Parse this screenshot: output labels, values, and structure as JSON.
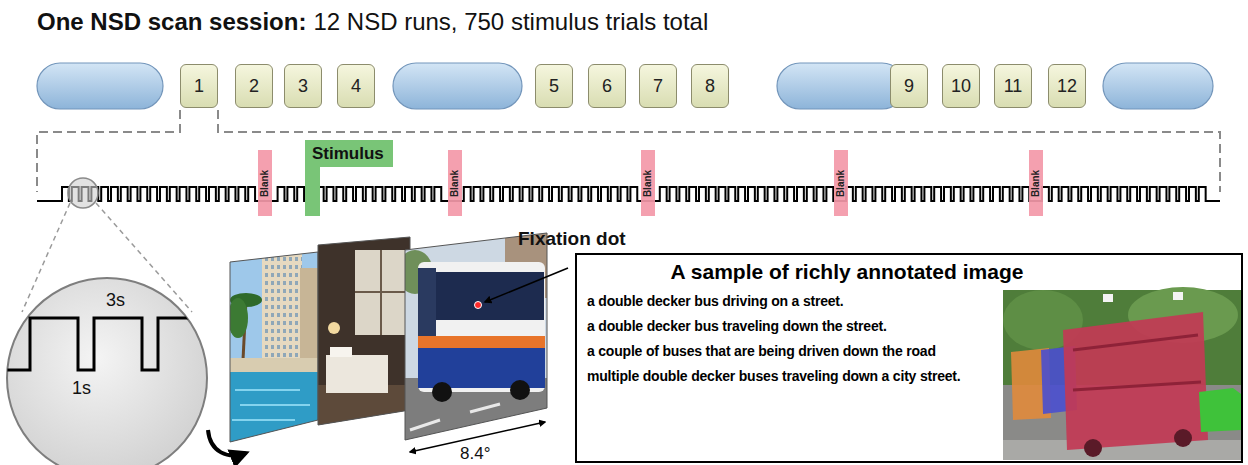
{
  "diagram": {
    "title": "One NSD scan session:",
    "nodes": [
      {
        "text": [
          "1"
        ]
      },
      {
        "text": [
          "2"
        ]
      },
      {
        "text": [
          "3"
        ]
      },
      {
        "text": [
          "4"
        ]
      },
      {
        "text": [
          "5"
        ]
      },
      {
        "text": [
          "6"
        ]
      },
      {
        "text": [
          "7"
        ]
      },
      {
        "text": [
          "8"
        ]
      },
      {
        "text": [
          "9"
        ]
      },
      {
        "text": [
          "10"
        ]
      },
      {
        "text": [
          "11"
        ]
      },
      {
        "text": [
          "12"
        ]
      },
      {
        "text": [
          "Blank"
        ]
      },
      {
        "text": [
          "Stimulus"
        ]
      },
      {
        "text": [
          "Blank"
        ]
      },
      {
        "text": [
          "Blank"
        ]
      },
      {
        "text": [
          "Blank"
        ]
      },
      {
        "text": [
          "Blank"
        ]
      },
      {
        "text": [
          "A sample of richly annotated image",
          "a double decker bus driving on a street.",
          "a double decker bus traveling down the street.",
          "a couple of buses that are being driven down the road",
          "multiple double decker buses traveling down a city street."
        ]
      }
    ],
    "labels": [
      "12 NSD runs, 750 stimulus trials total",
      "Fixation dot",
      "3s",
      "1s",
      "8.4°"
    ]
  }
}
